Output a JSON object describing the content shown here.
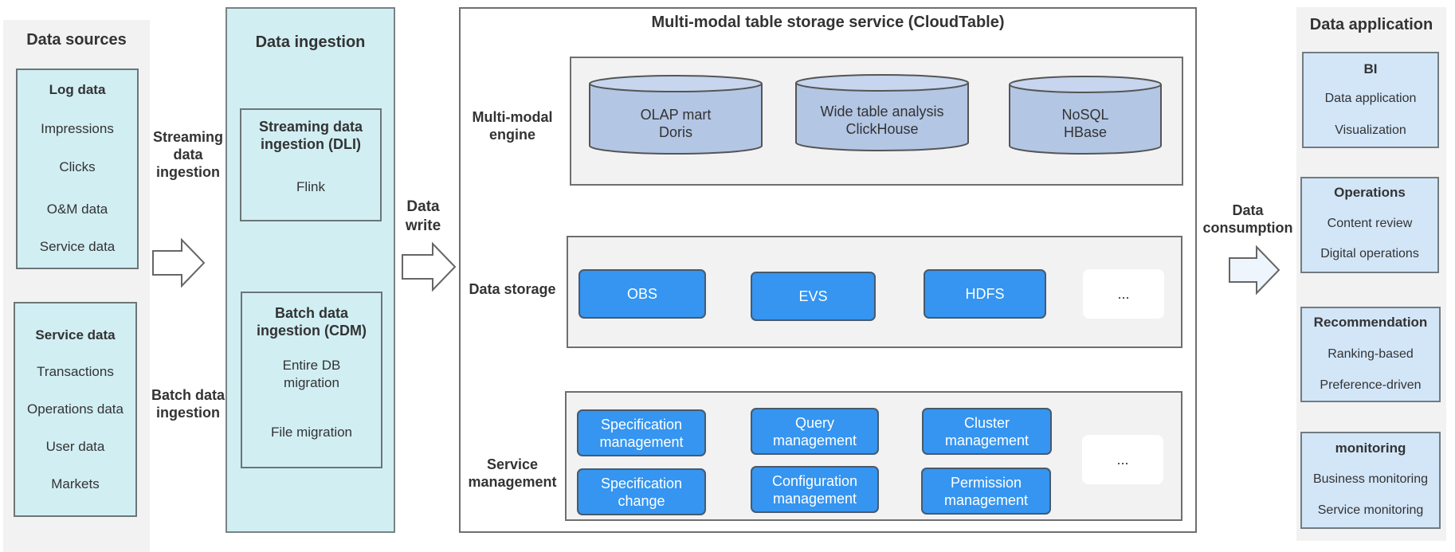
{
  "data_sources": {
    "title": "Data sources",
    "log_group": {
      "title": "Log data",
      "items": [
        "Impressions",
        "Clicks",
        "O&M data",
        "Service data"
      ]
    },
    "service_group": {
      "title": "Service data",
      "items": [
        "Transactions",
        "Operations data",
        "User data",
        "Markets"
      ]
    }
  },
  "flow_labels": {
    "streaming": "Streaming data ingestion",
    "batch": "Batch data ingestion",
    "data_write": "Data write",
    "data_consumption": "Data consumption"
  },
  "data_ingestion": {
    "title": "Data ingestion",
    "streaming_box": {
      "title": "Streaming data ingestion (DLI)",
      "items": [
        "Flink"
      ]
    },
    "batch_box": {
      "title": "Batch data ingestion (CDM)",
      "items": [
        "Entire DB migration",
        "File migration"
      ]
    }
  },
  "cloudtable": {
    "title": "Multi-modal table storage service (CloudTable)",
    "engine": {
      "label": "Multi-modal engine",
      "cylinders": [
        {
          "line1": "OLAP mart",
          "line2": "Doris"
        },
        {
          "line1": "Wide table analysis",
          "line2": "ClickHouse"
        },
        {
          "line1": "NoSQL",
          "line2": "HBase"
        }
      ]
    },
    "storage": {
      "label": "Data storage",
      "items": [
        "OBS",
        "EVS",
        "HDFS"
      ],
      "more": "..."
    },
    "service_mgmt": {
      "label": "Service management",
      "items": [
        "Specification management",
        "Query management",
        "Cluster management",
        "Specification change",
        "Configuration management",
        "Permission management"
      ],
      "more": "..."
    }
  },
  "data_application": {
    "title": "Data application",
    "groups": [
      {
        "title": "BI",
        "items": [
          "Data application",
          "Visualization"
        ]
      },
      {
        "title": "Operations",
        "items": [
          "Content review",
          "Digital operations"
        ]
      },
      {
        "title": "Recommendation",
        "items": [
          "Ranking-based",
          "Preference-driven"
        ]
      },
      {
        "title": "monitoring",
        "items": [
          "Business monitoring",
          "Service monitoring"
        ]
      }
    ]
  },
  "colors": {
    "cyan_fill": "#d1eef3",
    "app_fill": "#d2e6f8",
    "button_blue": "#3595f0",
    "cylinder_fill": "#b3c6e4",
    "panel_grey": "#f2f2f2"
  }
}
